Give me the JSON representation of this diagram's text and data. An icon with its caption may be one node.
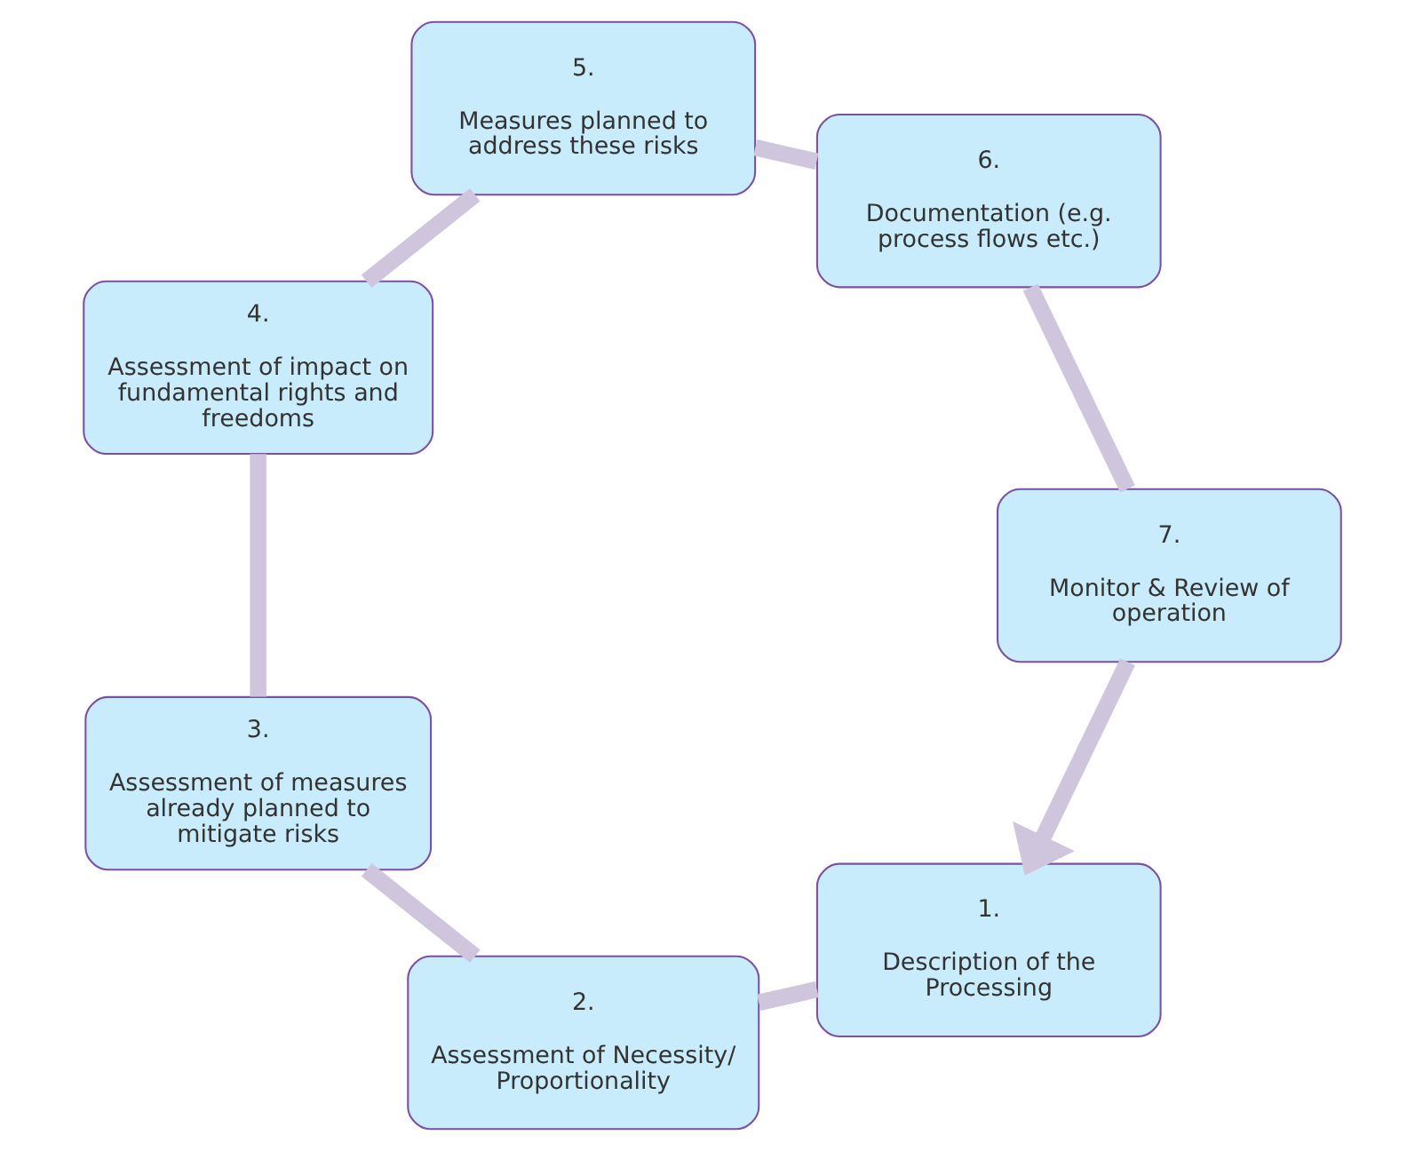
{
  "diagram": {
    "nodes": [
      {
        "text": [
          "1.",
          "Description of the Processing"
        ]
      },
      {
        "text": [
          "2.",
          "Assessment of Necessity/ Proportionality"
        ]
      },
      {
        "text": [
          "3.",
          "Assessment of measures already planned to mitigate risks"
        ]
      },
      {
        "text": [
          "4.",
          "Assessment of impact on fundamental rights and freedoms"
        ]
      },
      {
        "text": [
          "5.",
          "Measures planned to address these risks"
        ]
      },
      {
        "text": [
          "6.",
          "Documentation (e.g. process flows etc.)"
        ]
      },
      {
        "text": [
          "7.",
          "Monitor & Review of operation"
        ]
      }
    ],
    "edges": [
      {
        "from": 0,
        "to": 1,
        "arrow": "none"
      },
      {
        "from": 1,
        "to": 2,
        "arrow": "none"
      },
      {
        "from": 2,
        "to": 3,
        "arrow": "none"
      },
      {
        "from": 3,
        "to": 4,
        "arrow": "none"
      },
      {
        "from": 4,
        "to": 5,
        "arrow": "none"
      },
      {
        "from": 5,
        "to": 6,
        "arrow": "none"
      },
      {
        "from": 6,
        "to": 0,
        "arrow": "to"
      }
    ]
  }
}
